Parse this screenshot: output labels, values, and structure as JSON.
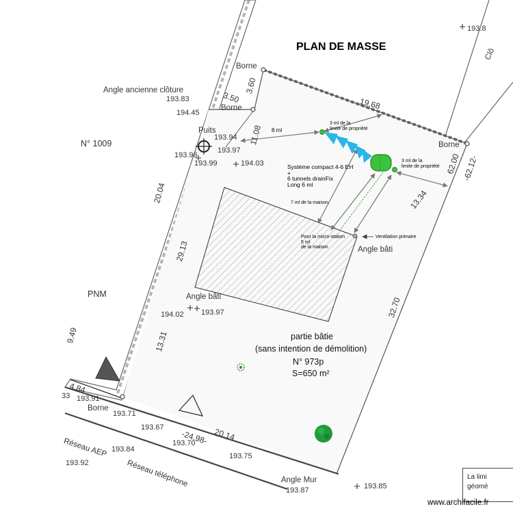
{
  "title": "PLAN DE MASSE",
  "labels": {
    "borne_top": "Borne",
    "angle_ancienne_cloture": "Angle ancienne clôture",
    "borne_left": "Borne",
    "puits": "Puits",
    "n1009": "N° 1009",
    "pnm": "PNM",
    "borne_right": "Borne",
    "clo_partial": "Clô",
    "angle_bati_right": "Angle bâti",
    "angle_bati_left": "Angle bâti",
    "partie_batie": "partie bâtie",
    "sans_intention": "(sans intention de démolition)",
    "parcel_number": "N° 973p",
    "surface": "S=650 m²",
    "borne_bottom": "Borne",
    "reseau_aep": "Réseau AEP",
    "reseau_telephone": "Réseau téléphone",
    "angle_mur": "Angle Mur",
    "la_limi_1": "La limi",
    "la_limi_2": "géomè",
    "watermark": "www.archifacile.fr"
  },
  "elevations": {
    "e193_8_top": "193.8",
    "e193_83": "193.83",
    "e194_45": "194.45",
    "e193_94": "193.94",
    "e193_96": "193.96",
    "e193_97": "193.97",
    "e193_99": "193.99",
    "e194_03": "194.03",
    "e194_02": "194.02",
    "e193_97b": "193.97",
    "e33": "33",
    "e193_91": "193.91",
    "e193_71": "193.71",
    "e193_67": "193.67",
    "e193_70": "193.70",
    "e193_84": "193.84",
    "e193_92": "193.92",
    "e193_75": "193.75",
    "e193_87": "193.87",
    "e193_85": "193.85"
  },
  "dimensions": {
    "d3_50": "3.50",
    "d3_60": "3.60",
    "d11_08": "11.08",
    "d19_68": "19.68",
    "d62_00": "62.00",
    "d62_12": "-62.12-",
    "d13_34": "13.34",
    "d20_04": "20.04",
    "d29_13": "29.13",
    "d32_70": "32.70",
    "d13_31": "13.31",
    "d9_49": "9.49",
    "d4_84": "4.84",
    "d24_98": "-24.98-",
    "d20_14": "20.14"
  },
  "annotations": {
    "eight_ml": "8 ml",
    "three_ml_a_1": "3 ml de la",
    "three_ml_a_2": "limite de propriété",
    "three_ml_b_1": "3 ml de la",
    "three_ml_b_2": "limite de propriété",
    "systeme_1": "Système compact 4-6 EH",
    "systeme_2": "+",
    "systeme_3": "6 tunnels drainFix",
    "systeme_4": "Long 6 ml",
    "seven_ml": "7 ml de la maison",
    "micro_1": "Pour la micro-station",
    "micro_2": "5 ml",
    "micro_3": "de la maison",
    "ventilation": "Ventilation primaire"
  },
  "colors": {
    "tunnel": "#29b6e8",
    "microstation": "#3cc23c",
    "tree": "#1f9b3a",
    "hatch": "#888888"
  },
  "icons": [
    "well-icon",
    "triangle-filled-icon",
    "triangle-outline-icon",
    "tree-icon",
    "shrub-icon",
    "plus-marker-icon"
  ]
}
